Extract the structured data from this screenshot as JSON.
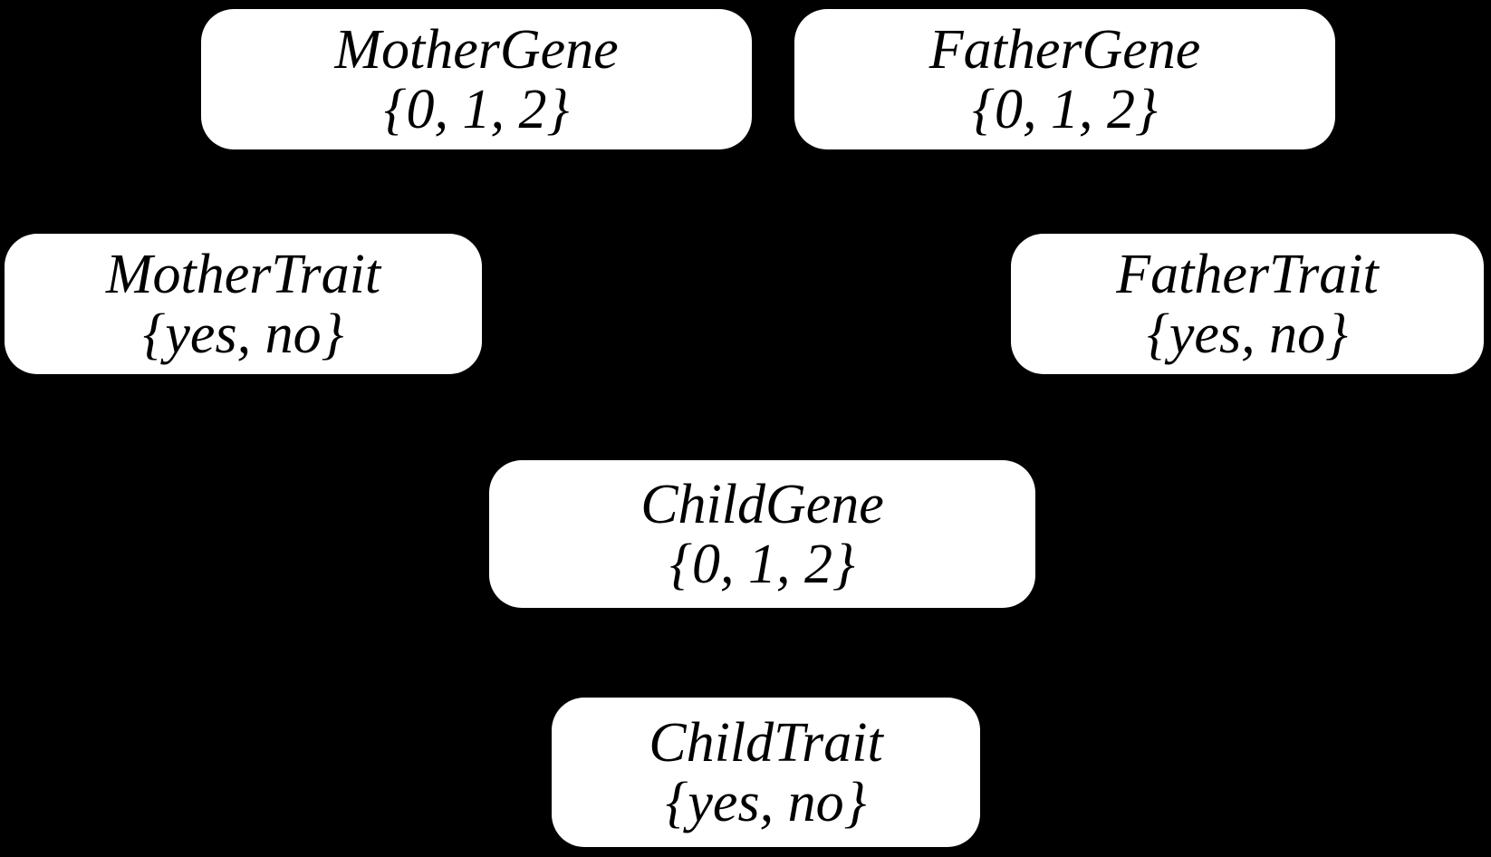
{
  "diagram": {
    "type": "bayesian-network",
    "background_color": "#000000",
    "node_fill_color": "#ffffff",
    "node_text_color": "#000000",
    "nodes": [
      {
        "id": "mother-gene",
        "label": "MotherGene",
        "domain": "{0, 1, 2}"
      },
      {
        "id": "father-gene",
        "label": "FatherGene",
        "domain": "{0, 1, 2}"
      },
      {
        "id": "mother-trait",
        "label": "MotherTrait",
        "domain": "{yes, no}"
      },
      {
        "id": "father-trait",
        "label": "FatherTrait",
        "domain": "{yes, no}"
      },
      {
        "id": "child-gene",
        "label": "ChildGene",
        "domain": "{0, 1, 2}"
      },
      {
        "id": "child-trait",
        "label": "ChildTrait",
        "domain": "{yes, no}"
      }
    ]
  }
}
